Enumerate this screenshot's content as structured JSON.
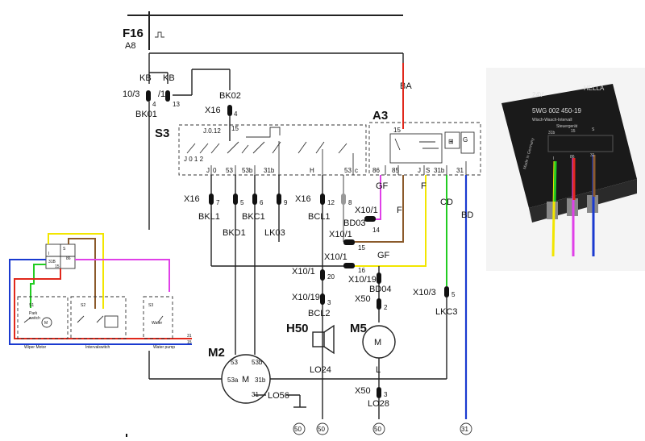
{
  "schematic": {
    "fuse": "F16",
    "fuse_pos": "A8",
    "kb_left": "KB",
    "kb_right": "KB",
    "kb_pin_left": "10/3",
    "kb_pin_mid": "/1",
    "kb_pin_4": "4",
    "kb_pin_13": "13",
    "bk01": "BK01",
    "bk02": "BK02",
    "x16_top": "X16",
    "pin4": "4",
    "s3": "S3",
    "a3": "A3",
    "ba": "BA",
    "switch_j012": "J.0.12",
    "switch_pos": "J 0 1 2",
    "pin15_s": "15",
    "pin15_a": "15",
    "term_j": "J",
    "term_0": "0",
    "term_53": "53",
    "term_53b": "53b",
    "term_31b": "31b",
    "term_h": "H",
    "term_53c": "53",
    "term_c": "c",
    "a3_86": "86",
    "a3_85": "85",
    "a3_j": "J",
    "a3_s": "S",
    "a3_31b": "31b",
    "a3_31": "31",
    "a3_g": "G",
    "x16_left": "X16",
    "pin7": "7",
    "pin5": "5",
    "pin6": "6",
    "pin9": "9",
    "x16_mid": "X16",
    "pin12": "12",
    "pin8": "8",
    "gf_top": "GF",
    "f_a": "F",
    "f_b": "F",
    "cd": "CD",
    "bd": "BD",
    "bkl1": "BKL1",
    "bkc1": "BKC1",
    "bcl1": "BCL1",
    "bkd1": "BKD1",
    "lk03": "LK03",
    "x10_1a": "X10/1",
    "bd03": "BD03",
    "pin14": "14",
    "x10_1b": "X10/1",
    "pin15_x": "15",
    "x10_1c": "X10/1",
    "pin16": "16",
    "gf_mid": "GF",
    "x10_1d": "X10/1",
    "pin20": "20",
    "x10_19a": "X10/19",
    "pin3a": "3",
    "bcl2": "BCL2",
    "x10_19b": "X10/19",
    "bd04": "BD04",
    "x50a": "X50",
    "pin2": "2",
    "x10_3": "X10/3",
    "pin5b": "5",
    "lkc3": "LKC3",
    "h50": "H50",
    "m5": "M5",
    "m_motor": "M",
    "m2": "M2",
    "m2_53": "53",
    "m2_53b": "53b",
    "m2_53a": "53a",
    "m2_31b": "31b",
    "m2_31": "31",
    "m2_m": "M",
    "lo56": "LO56",
    "lo24": "LO24",
    "l_label": "L",
    "x50b": "X50",
    "pin3b": "3",
    "lo28": "LO28",
    "ground1": "50",
    "ground2": "50",
    "ground3": "50",
    "ground4": "31"
  },
  "inset": {
    "pins": [
      "I",
      "S",
      "31B",
      "15",
      "86"
    ],
    "park": "Park",
    "switch": "switch",
    "s1": "S1",
    "s2": "S2",
    "m": "M",
    "s3": "S3",
    "water": "Water",
    "wiper_motor": "Wiper Motor",
    "interval_switch": "Intervalswitch",
    "water_pump": "Water pump",
    "line31": "31",
    "line15": "15"
  },
  "relay_photo": {
    "voltage": "24V",
    "brand": "HELLA",
    "part_no": "5WG 002 450-19",
    "desc1": "Wisch-Wasch-Intervall",
    "desc2": "Steuergerät",
    "pin_labels": [
      "31b",
      "15",
      "S"
    ],
    "pin_labels_low": [
      "I",
      "86",
      "31"
    ],
    "made_in": "Made in Germany"
  },
  "wire_colors": {
    "red": "#e0281c",
    "brown": "#8b5a2b",
    "yellow": "#f2e600",
    "magenta": "#e040e8",
    "green": "#22cc22",
    "blue": "#1a3ad0"
  }
}
